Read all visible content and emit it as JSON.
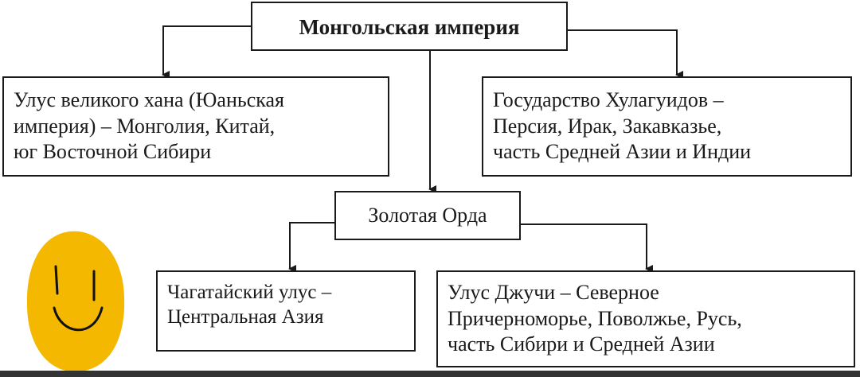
{
  "diagram": {
    "root": {
      "lines": [
        "Монгольская империя"
      ]
    },
    "yuan": {
      "lines": [
        "Улус великого хана (Юаньская",
        "империя) – Монголия, Китай,",
        "юг Восточной Сибири"
      ]
    },
    "hulaguids": {
      "lines": [
        "Государство Хулагуидов –",
        "Персия, Ирак, Закавказье,",
        "часть Средней Азии и Индии"
      ]
    },
    "golden_horde": {
      "lines": [
        "Золотая Орда"
      ]
    },
    "chagatai": {
      "lines": [
        "Чагатайский улус –",
        "Центральная Азия"
      ]
    },
    "jochi": {
      "lines": [
        "Улус Джучи – Северное",
        "Причерноморье, Поволжье, Русь,",
        "часть Сибири и Средней Азии"
      ]
    }
  },
  "colors": {
    "line": "#1a1a1a",
    "background": "#ffffff",
    "smiley_fill": "#f5b800",
    "smiley_stroke": "#111111"
  },
  "icons": {
    "smiley": "smiley-face-doodle-icon"
  }
}
